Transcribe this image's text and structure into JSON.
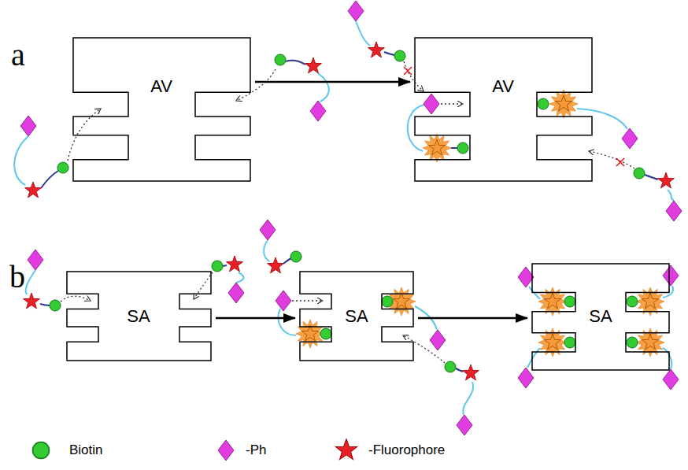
{
  "diagram": {
    "nodes": [
      {
        "text": [
          "AV"
        ]
      },
      {
        "text": [
          "AV"
        ]
      },
      {
        "text": [
          "SA"
        ]
      },
      {
        "text": [
          "SA"
        ]
      },
      {
        "text": [
          "SA"
        ]
      }
    ],
    "edges": [
      {
        "from": 0,
        "to": 1,
        "arrow": "to"
      },
      {
        "from": 2,
        "to": 3,
        "arrow": "to"
      },
      {
        "from": 3,
        "to": 4,
        "arrow": "to"
      }
    ],
    "labels": [
      "a",
      "b"
    ],
    "legend": [
      {
        "text": "Biotin"
      },
      {
        "text": "-Ph"
      },
      {
        "text": "-Fluorophore"
      }
    ]
  }
}
